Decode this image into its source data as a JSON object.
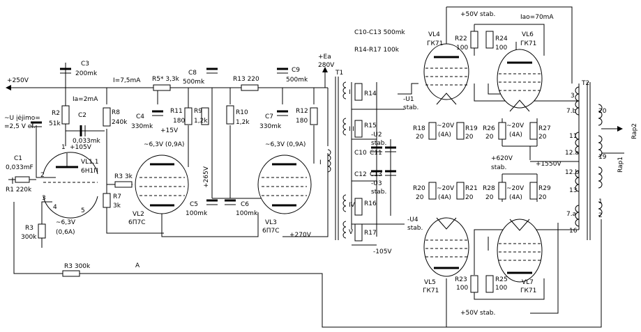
{
  "notes": {
    "c10_c13": "C10-C13  500mk",
    "r14_r17": "R14-R17  100k",
    "u_input_line1": "~U įėjimo=",
    "u_input_line2": "=2,5 V ef."
  },
  "rails": {
    "plus250": "+250V",
    "plus_ea": "+Ea",
    "ea_280": "280V",
    "plus50_top": "+50V stab.",
    "plus50_bottom": "+50V stab.",
    "iao": "Iao=70mA",
    "plus620": "+620V",
    "stab": "stab.",
    "plus1550": "+1550V",
    "plus270": "+270V",
    "plus265": "+265V",
    "plus105": "+105V",
    "plus15": "+15V",
    "minus105": "-105V",
    "u1": "-U1",
    "u1_stab": "stab.",
    "u2": "-U2",
    "u2_stab": "stab.",
    "u3": "-U3",
    "u3_stab": "stab.",
    "u4": "-U4",
    "u4_stab": "stab."
  },
  "currents": {
    "ia_2ma": "Ia=2mA",
    "i_7_5ma": "I=7,5mA"
  },
  "components": {
    "c1": "C1",
    "c1_val": "0,033mF",
    "r1": "R1 220k",
    "c2": "C2",
    "c2_val": "0,033mk",
    "r2": "R2",
    "r2_val": "51k",
    "c3": "C3",
    "c3_val": "200mk",
    "r3_cath": "R3",
    "r3_cath_val": "300k",
    "r3_fb": "R3 300k",
    "r3_grid": "R3 3k",
    "r5": "R5* 3,3k",
    "c8": "C8",
    "c8_val": "500mk",
    "r8": "R8",
    "r8_val": "240k",
    "c4": "C4",
    "c4_val": "330mk",
    "r11": "R11",
    "r11_val": "180",
    "r9": "R9",
    "r9_val": "1,2k",
    "r7": "R7",
    "r7_val": "3k",
    "c5": "C5",
    "c5_val": "100mk",
    "c6": "C6",
    "c6_val": "100mk",
    "r13": "R13 220",
    "c9": "C9",
    "c9_val": "500mk",
    "r10": "R10",
    "r10_val": "1,2k",
    "c7": "C7",
    "c7_val": "330mk",
    "r12": "R12",
    "r12_val": "180",
    "r14": "R14",
    "r15": "R15",
    "r16": "R16",
    "r17": "R17",
    "c10": "C10",
    "c11": "C11",
    "c12": "C12",
    "c13": "C13",
    "r18": "R18",
    "r18_val": "20",
    "r19": "R19",
    "r19_val": "20",
    "r20": "R20",
    "r20_val": "20",
    "r21": "R21",
    "r21_val": "20",
    "r22": "R22",
    "r22_val": "100",
    "r23": "R23",
    "r23_val": "100",
    "r24": "R24",
    "r24_val": "100",
    "r25": "R25",
    "r25_val": "100",
    "r26": "R26",
    "r26_val": "20",
    "r27": "R27",
    "r27_val": "20",
    "r28": "R28",
    "r28_val": "20",
    "r29": "R29",
    "r29_val": "20"
  },
  "tubes": {
    "vl1_name": "VL1.1",
    "vl1_type": "6H1П",
    "vl2_name": "VL2",
    "vl2_type": "6П7С",
    "vl3_name": "VL3",
    "vl3_type": "6П7С",
    "vl4_name": "VL4",
    "vl4_type": "ГК71",
    "vl5_name": "VL5",
    "vl5_type": "ГК71",
    "vl6_name": "VL6",
    "vl6_type": "ГК71",
    "vl7_name": "VL7",
    "vl7_type": "ГК71"
  },
  "heaters": {
    "vl1": "~6,3V",
    "vl1_cur": "(0,6A)",
    "vl2": "~6,3V (0,9A)",
    "vl3": "~6,3V (0,9A)",
    "vl4": "~20V",
    "vl4_cur": "(4A)",
    "vl5": "~20V",
    "vl5_cur": "(4A)",
    "vl6": "~20V",
    "vl6_cur": "(4A)",
    "vl7": "~20V",
    "vl7_cur": "(4A)"
  },
  "pins": {
    "p1": "1",
    "p2": "2",
    "p3": "3",
    "p4": "4",
    "p5": "5"
  },
  "transformers": {
    "t1": "T1",
    "t2": "T2",
    "w1": "I",
    "w2": "II",
    "w3": "III",
    "w4": "IV",
    "w5": "V",
    "t2_p3": "3",
    "t2_7b": "7.b",
    "t2_11": "11",
    "t2_12a": "12.a",
    "t2_12b": "12.b",
    "t2_13": "13",
    "t2_7a": "7.a",
    "t2_16": "16",
    "t2_20": "20",
    "t2_19": "19",
    "t2_1": "1",
    "t2_2": "2",
    "rap1": "Rap1",
    "rap2": "Rap2"
  },
  "marker_a": "A"
}
